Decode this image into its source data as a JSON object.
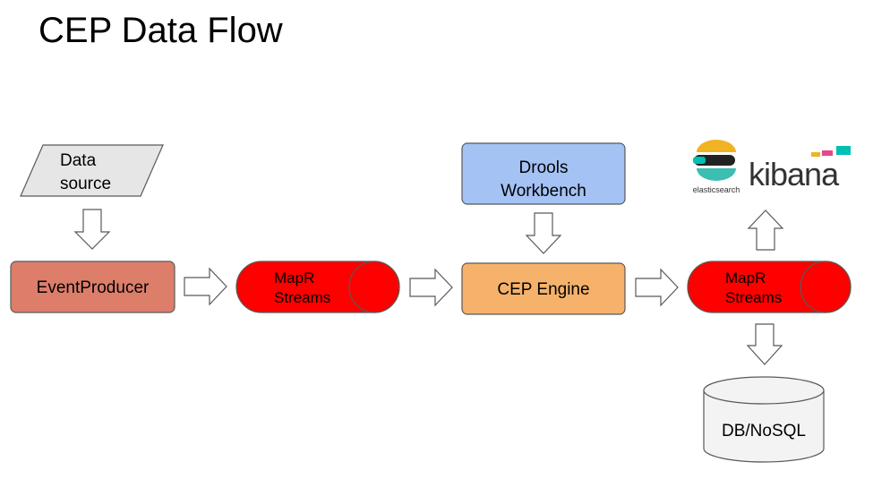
{
  "title": "CEP Data Flow",
  "nodes": {
    "data_source": {
      "line1": "Data",
      "line2": "source",
      "fill": "#e6e6e6"
    },
    "event_producer": {
      "label": "EventProducer",
      "fill": "#dd7e6b"
    },
    "mapr_streams_1": {
      "line1": "MapR",
      "line2": "Streams",
      "fill": "#ff0000"
    },
    "cep_engine": {
      "label": "CEP Engine",
      "fill": "#f6b26b"
    },
    "drools_workbench": {
      "line1": "Drools",
      "line2": "Workbench",
      "fill": "#a4c2f4"
    },
    "mapr_streams_2": {
      "line1": "MapR",
      "line2": "Streams",
      "fill": "#ff0000"
    },
    "db_nosql": {
      "label": "DB/NoSQL",
      "fill": "#f3f3f3"
    }
  },
  "logos": {
    "elasticsearch": {
      "label": "elasticsearch",
      "icon": "elasticsearch-logo"
    },
    "kibana": {
      "label": "kibana",
      "icon": "kibana-logo"
    }
  }
}
